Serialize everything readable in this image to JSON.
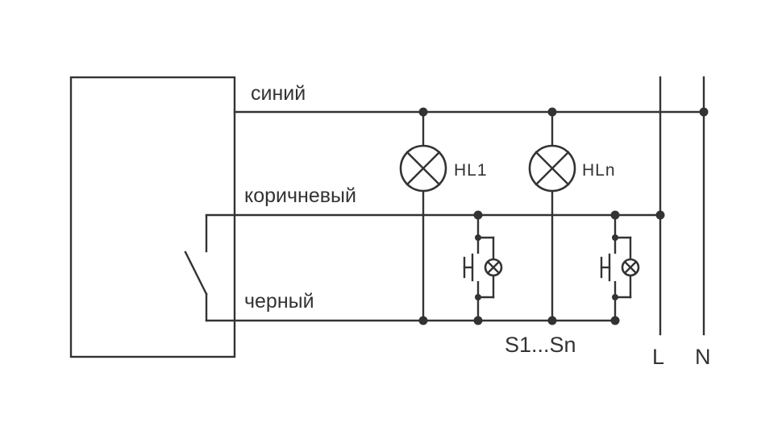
{
  "wires": {
    "blue": "синий",
    "brown": "коричневый",
    "black": "черный"
  },
  "lamps": [
    {
      "label": "HL1"
    },
    {
      "label": "HLn"
    }
  ],
  "switch_group": "S1...Sn",
  "supply": {
    "line": "L",
    "neutral": "N"
  },
  "colors": {
    "stroke": "#333333",
    "background": "#ffffff"
  }
}
